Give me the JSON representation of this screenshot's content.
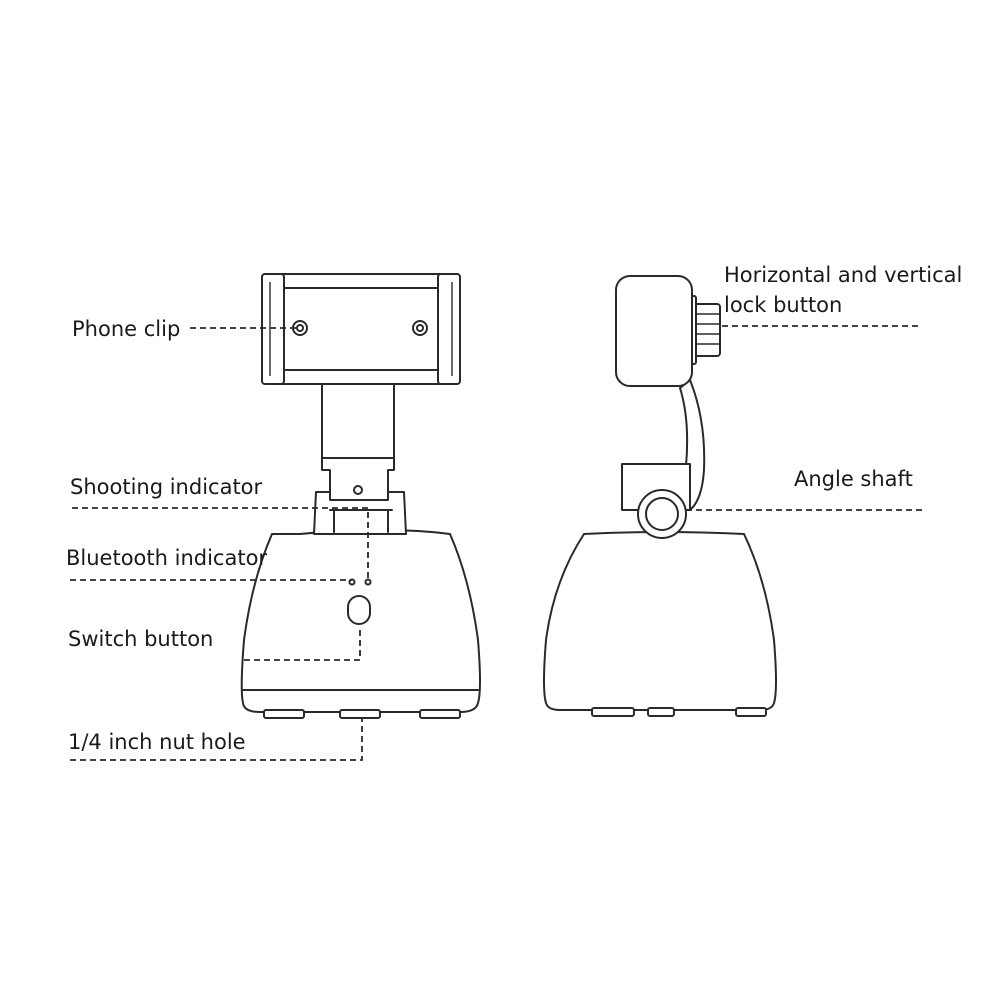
{
  "labels": {
    "phone_clip": "Phone clip",
    "shooting_indicator": "Shooting indicator",
    "bluetooth_indicator": "Bluetooth indicator",
    "switch_button": "Switch button",
    "nut_hole": "1/4 inch nut hole",
    "lock_button_line1": "Horizontal and vertical",
    "lock_button_line2": "lock button",
    "angle_shaft": "Angle shaft"
  },
  "colors": {
    "line": "#2a2a2a",
    "text": "#1a1a1a",
    "background": "#ffffff"
  }
}
